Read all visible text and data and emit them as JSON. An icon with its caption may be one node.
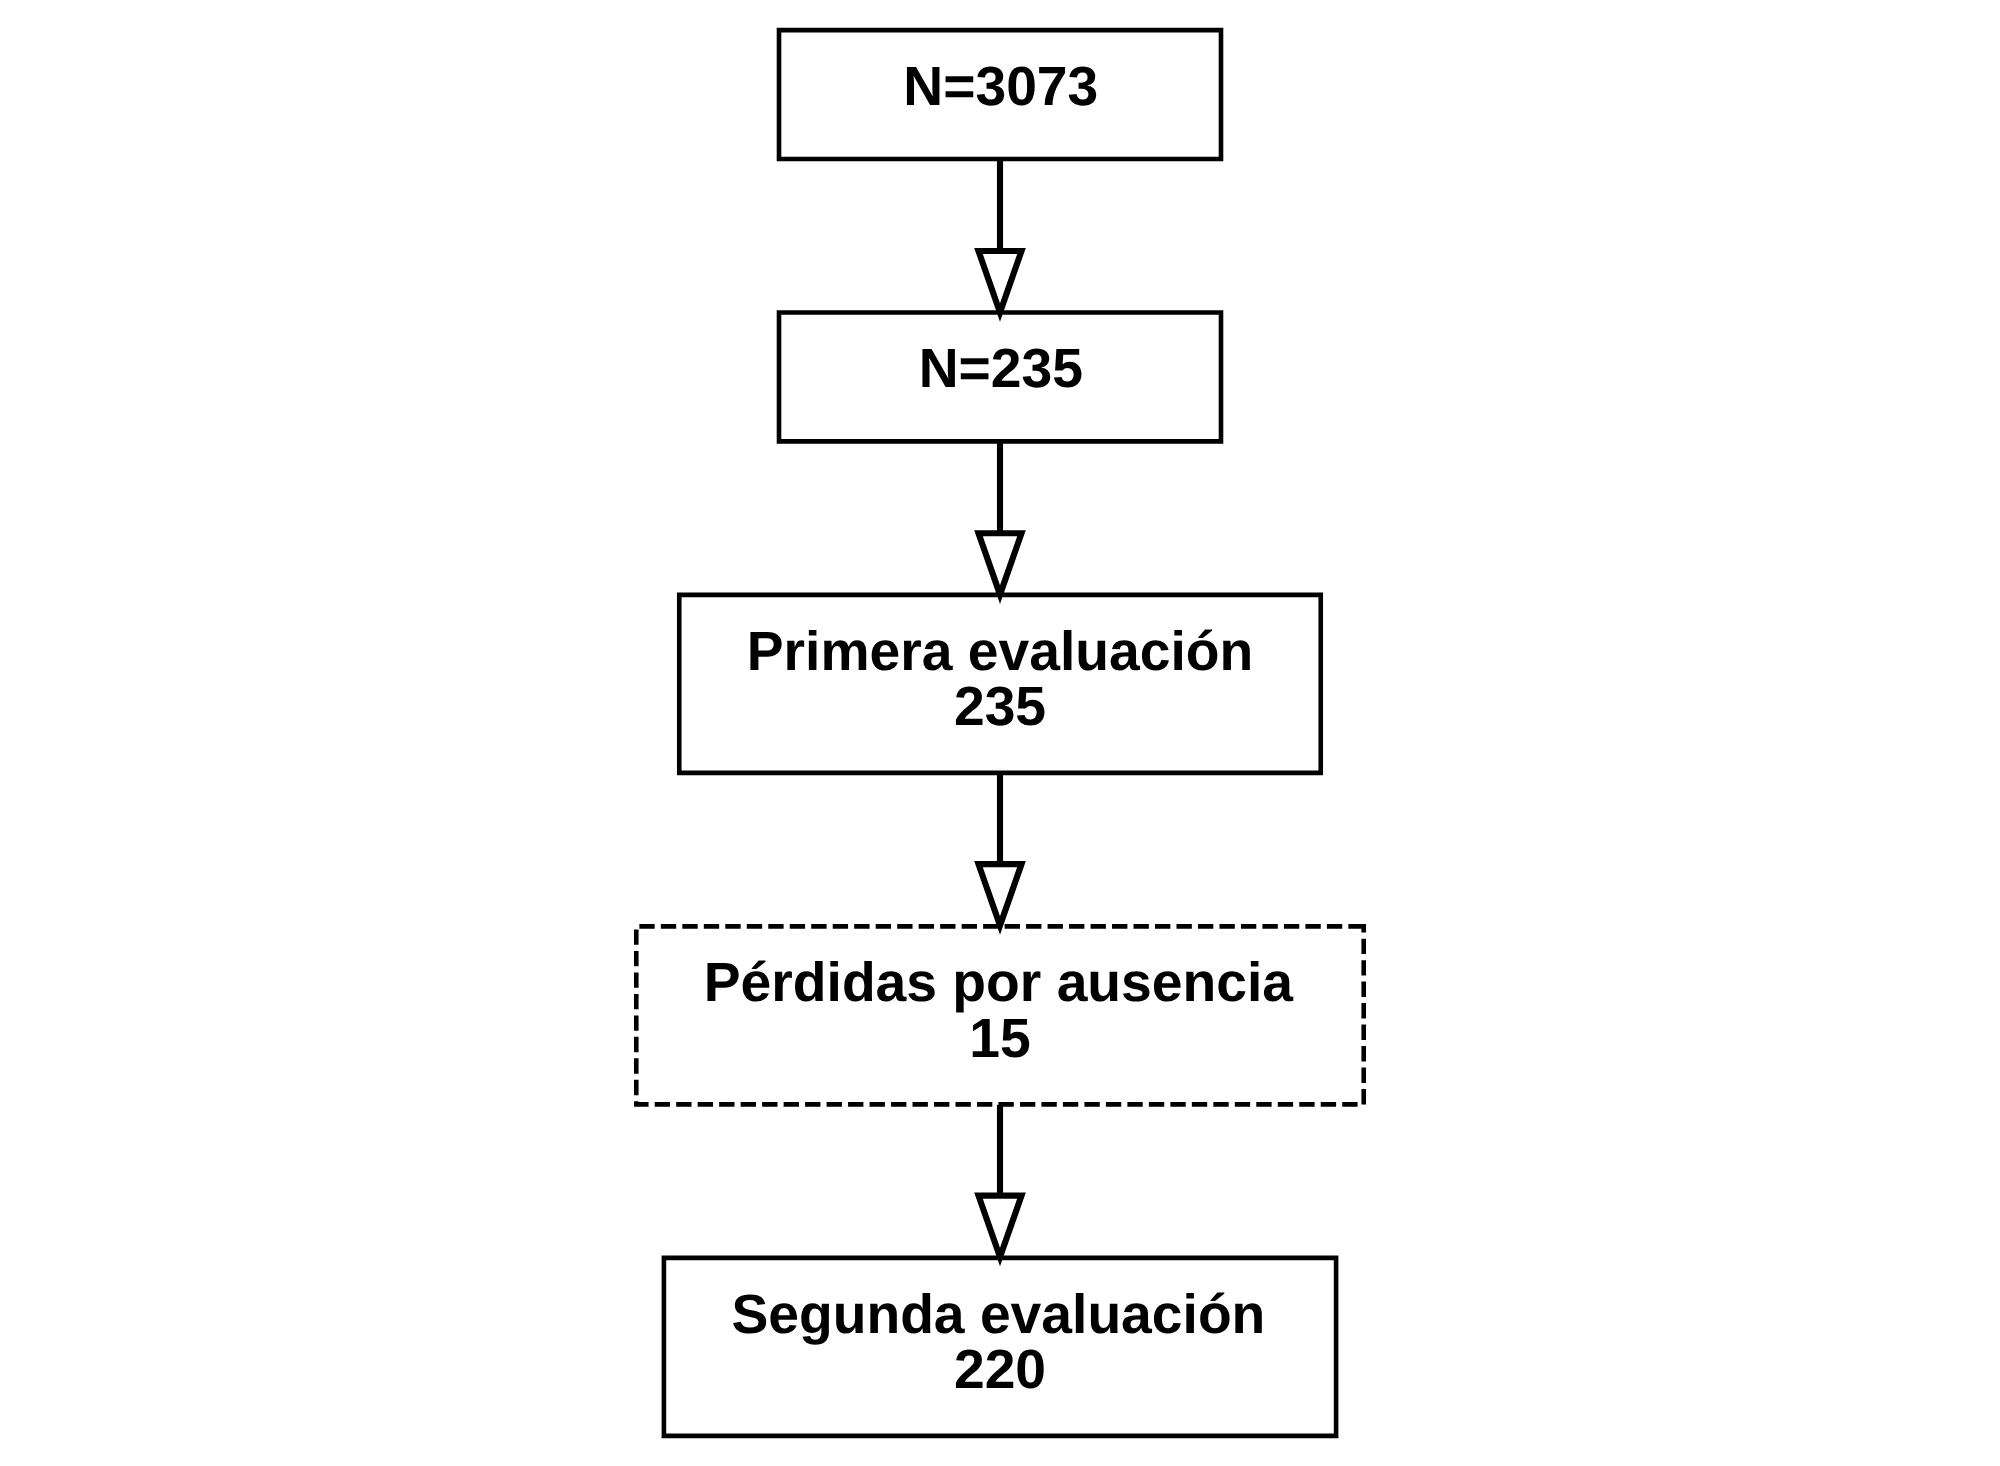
{
  "diagram": {
    "nodes": [
      {
        "text": [
          "N=3073"
        ]
      },
      {
        "text": [
          "N=235"
        ]
      },
      {
        "text": [
          "Primera evaluación",
          "235"
        ]
      },
      {
        "text": [
          "Pérdidas por ausencia",
          "15"
        ]
      },
      {
        "text": [
          "Segunda evaluación",
          "220"
        ]
      }
    ],
    "edges": [
      {
        "from": 0,
        "to": 1,
        "arrow": "to"
      },
      {
        "from": 1,
        "to": 2,
        "arrow": "to"
      },
      {
        "from": 2,
        "to": 3,
        "arrow": "to"
      },
      {
        "from": 3,
        "to": 4,
        "arrow": "to"
      }
    ]
  }
}
